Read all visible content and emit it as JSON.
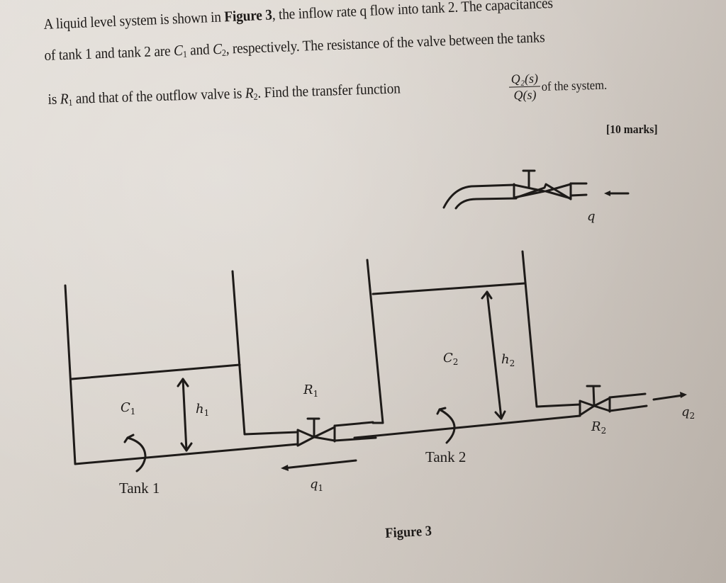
{
  "question": {
    "line1": {
      "pre": "A liquid level system is shown in ",
      "bold": "Figure 3",
      "post": ", the inflow rate q flow into tank 2. The capacitances"
    },
    "line2": {
      "pre": "of tank 1 and tank 2 are ",
      "c1": "C",
      "c1_sub": "1",
      "mid": " and ",
      "c2": "C",
      "c2_sub": "2",
      "post": ", respectively. The resistance of the valve between the tanks"
    },
    "line3": {
      "pre": "is ",
      "r1": "R",
      "r1_sub": "1",
      "mid": " and that of the outflow valve is ",
      "r2": "R",
      "r2_sub": "2",
      "post": ". Find the transfer function"
    },
    "fraction": {
      "numerator": "Q₂(s)",
      "denominator": "Q(s)"
    },
    "after_fraction": "of the system.",
    "marks": "[10 marks]"
  },
  "figure": {
    "caption": "Figure 3",
    "tank1": {
      "name": "Tank 1",
      "capacitance": "C",
      "capacitance_sub": "1",
      "height": "h",
      "height_sub": "1"
    },
    "tank2": {
      "name": "Tank 2",
      "capacitance": "C",
      "capacitance_sub": "2",
      "height": "h",
      "height_sub": "2"
    },
    "valve1": {
      "label": "R",
      "label_sub": "1",
      "flow": "q",
      "flow_sub": "1"
    },
    "valve2": {
      "label": "R",
      "label_sub": "2",
      "flow": "q",
      "flow_sub": "2"
    },
    "inflow": {
      "label": "q"
    },
    "line_color": "#1e1b19"
  }
}
